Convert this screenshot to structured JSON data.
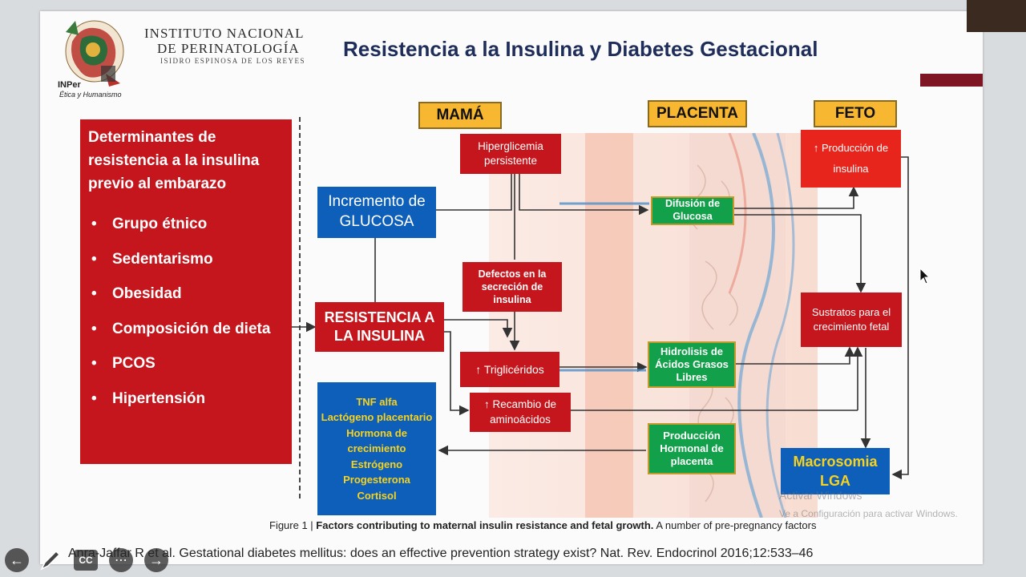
{
  "logo": {
    "name": "INPer",
    "tagline": "Ética y Humanismo"
  },
  "institution": {
    "line1": "INSTITUTO NACIONAL",
    "line2": "DE PERINATOLOGÍA",
    "line3": "ISIDRO ESPINOSA DE LOS REYES"
  },
  "title": "Resistencia a la Insulina y Diabetes Gestacional",
  "determinants": {
    "title": "Determinantes de resistencia a la insulina previo al embarazo",
    "items": [
      "Grupo étnico",
      "Sedentarismo",
      "Obesidad",
      "Composición de dieta",
      "PCOS",
      "Hipertensión"
    ]
  },
  "headers": {
    "mama": "MAMÁ",
    "placenta": "PLACENTA",
    "feto": "FETO"
  },
  "boxes": {
    "hiperglicemia": "Hiperglicemia persistente",
    "incremento": "Incremento de GLUCOSA",
    "defectos": "Defectos en la secreción de insulina",
    "resistencia": "RESISTENCIA A LA INSULINA",
    "trigliceridos": "↑ Triglicéridos",
    "recambio": "↑ Recambio de aminoácidos",
    "hormonas": [
      "TNF alfa",
      "Lactógeno placentario",
      "Hormona de crecimiento",
      "Estrógeno",
      "Progesterona",
      "Cortisol"
    ],
    "difusion": "Difusión de Glucosa",
    "hidrolisis": "Hidrolisis de Ácidos Grasos Libres",
    "produccion_hormonal": "Producción Hormonal de placenta",
    "produccion_insulina": "↑ Producción de insulina",
    "sustratos": "Sustratos para el crecimiento fetal",
    "macrosomia": "Macrosomia LGA"
  },
  "caption": {
    "prefix": "Figure 1 | ",
    "bold": "Factors contributing to maternal insulin resistance and fetal growth.",
    "rest": " A number of pre-pregnancy factors"
  },
  "reference": "Anra-Jaffar R et al. Gestational diabetes mellitus: does an effective prevention strategy exist? Nat. Rev. Endocrinol 2016;12:533–46",
  "watermark": {
    "line1": "Activar Windows",
    "line2": "Ve a Configuración para activar Windows."
  },
  "player": {
    "cc_label": "CC"
  },
  "colors": {
    "red": "#c4161c",
    "green": "#13a04a",
    "blue": "#0d5fb9",
    "gold": "#f7b731",
    "title_navy": "#1f2d5a"
  }
}
